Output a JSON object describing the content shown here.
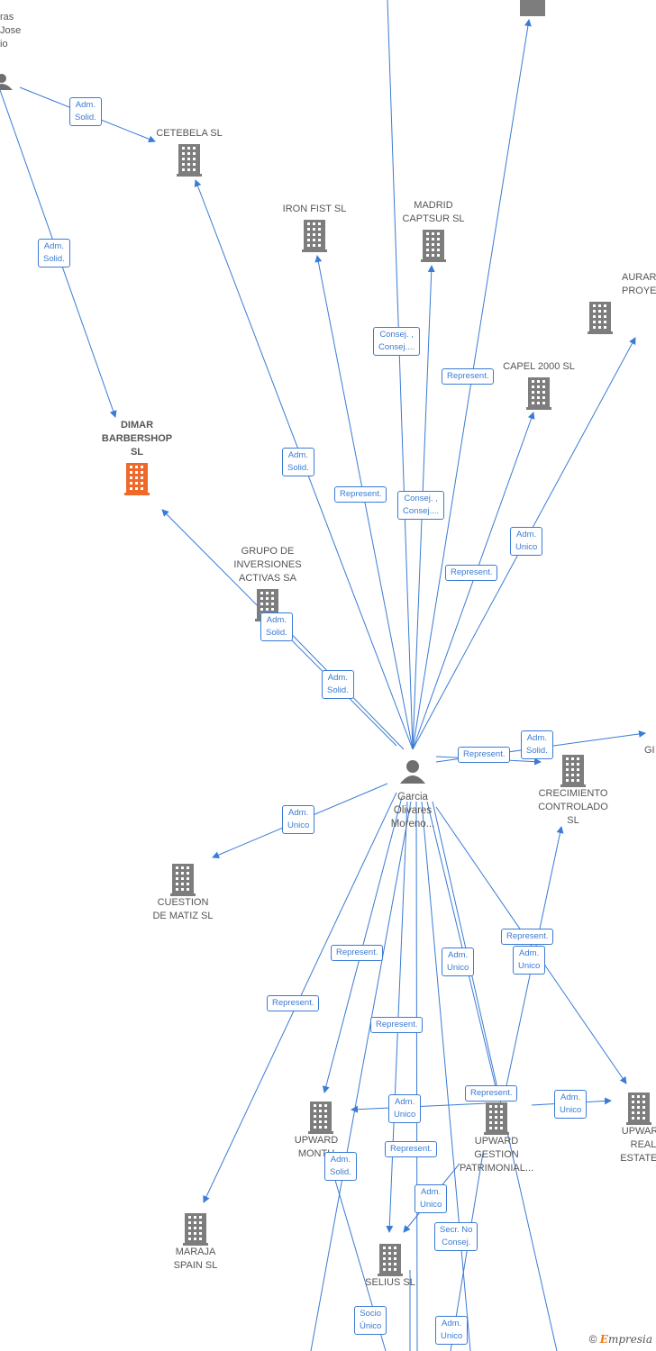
{
  "colors": {
    "edge": "#3a7bd5",
    "building": "#7d7d7d",
    "highlight": "#ef6a2a",
    "text": "#555555"
  },
  "top_left_person_label": "ras\nJose\nio",
  "center_person": {
    "name": "Garcia\nOlivares\nMoreno..."
  },
  "companies": [
    {
      "id": "cetebela",
      "label": "CETEBELA SL"
    },
    {
      "id": "iron",
      "label": "IRON FIST SL"
    },
    {
      "id": "madrid",
      "label": "MADRID\nCAPTSUR SL"
    },
    {
      "id": "aurar",
      "label": "AURAR\nPROYECTO"
    },
    {
      "id": "capel",
      "label": "CAPEL 2000 SL"
    },
    {
      "id": "dimar",
      "label": "DIMAR\nBARBERSHOP\nSL"
    },
    {
      "id": "grupo",
      "label": "GRUPO DE\nINVERSIONES\nACTIVAS SA"
    },
    {
      "id": "gi",
      "label": "GI"
    },
    {
      "id": "crecimiento",
      "label": "CRECIMIENTO\nCONTROLADO\nSL"
    },
    {
      "id": "cuestion",
      "label": "CUESTION\nDE MATIZ SL"
    },
    {
      "id": "upward_montu",
      "label": "UPWARD\nMONTU"
    },
    {
      "id": "upward_gestion",
      "label": "UPWARD\nGESTION\nPATRIMONIAL..."
    },
    {
      "id": "upward_real",
      "label": "UPWARD\nREAL\nESTATE S"
    },
    {
      "id": "maraja",
      "label": "MARAJA\nSPAIN SL"
    },
    {
      "id": "selius",
      "label": "SELIUS SL"
    }
  ],
  "edge_labels": [
    {
      "id": "e1",
      "text": "Adm.\nSolid."
    },
    {
      "id": "e2",
      "text": "Adm.\nSolid."
    },
    {
      "id": "e3",
      "text": "Consej. ,\nConsej...."
    },
    {
      "id": "e4",
      "text": "Represent."
    },
    {
      "id": "e5",
      "text": "Adm.\nSolid."
    },
    {
      "id": "e6",
      "text": "Represent."
    },
    {
      "id": "e7",
      "text": "Consej. ,\nConsej...."
    },
    {
      "id": "e8",
      "text": "Adm.\nUnico"
    },
    {
      "id": "e9",
      "text": "Represent."
    },
    {
      "id": "e10",
      "text": "Adm.\nSolid."
    },
    {
      "id": "e11",
      "text": "Adm.\nSolid."
    },
    {
      "id": "e12",
      "text": "Adm.\nSolid."
    },
    {
      "id": "e13",
      "text": "Represent."
    },
    {
      "id": "e14",
      "text": "Adm.\nUnico"
    },
    {
      "id": "e15",
      "text": "Represent."
    },
    {
      "id": "e16",
      "text": "Adm.\nUnico"
    },
    {
      "id": "e17",
      "text": "Represent."
    },
    {
      "id": "e18",
      "text": "Adm.\nUnico"
    },
    {
      "id": "e19",
      "text": "Represent."
    },
    {
      "id": "e20",
      "text": "Represent."
    },
    {
      "id": "e21",
      "text": "Adm.\nUnico"
    },
    {
      "id": "e22",
      "text": "Represent."
    },
    {
      "id": "e23",
      "text": "Adm.\nUnico"
    },
    {
      "id": "e24",
      "text": "Represent."
    },
    {
      "id": "e25",
      "text": "Adm.\nSolid."
    },
    {
      "id": "e26",
      "text": "Adm.\nUnico"
    },
    {
      "id": "e27",
      "text": "Secr. No\nConsej."
    },
    {
      "id": "e28",
      "text": "Socio\nÚnico"
    },
    {
      "id": "e29",
      "text": "Adm.\nUnico"
    }
  ],
  "copyright": {
    "symbol": "©",
    "brand_initial": "E",
    "brand_rest": "mpresia"
  }
}
